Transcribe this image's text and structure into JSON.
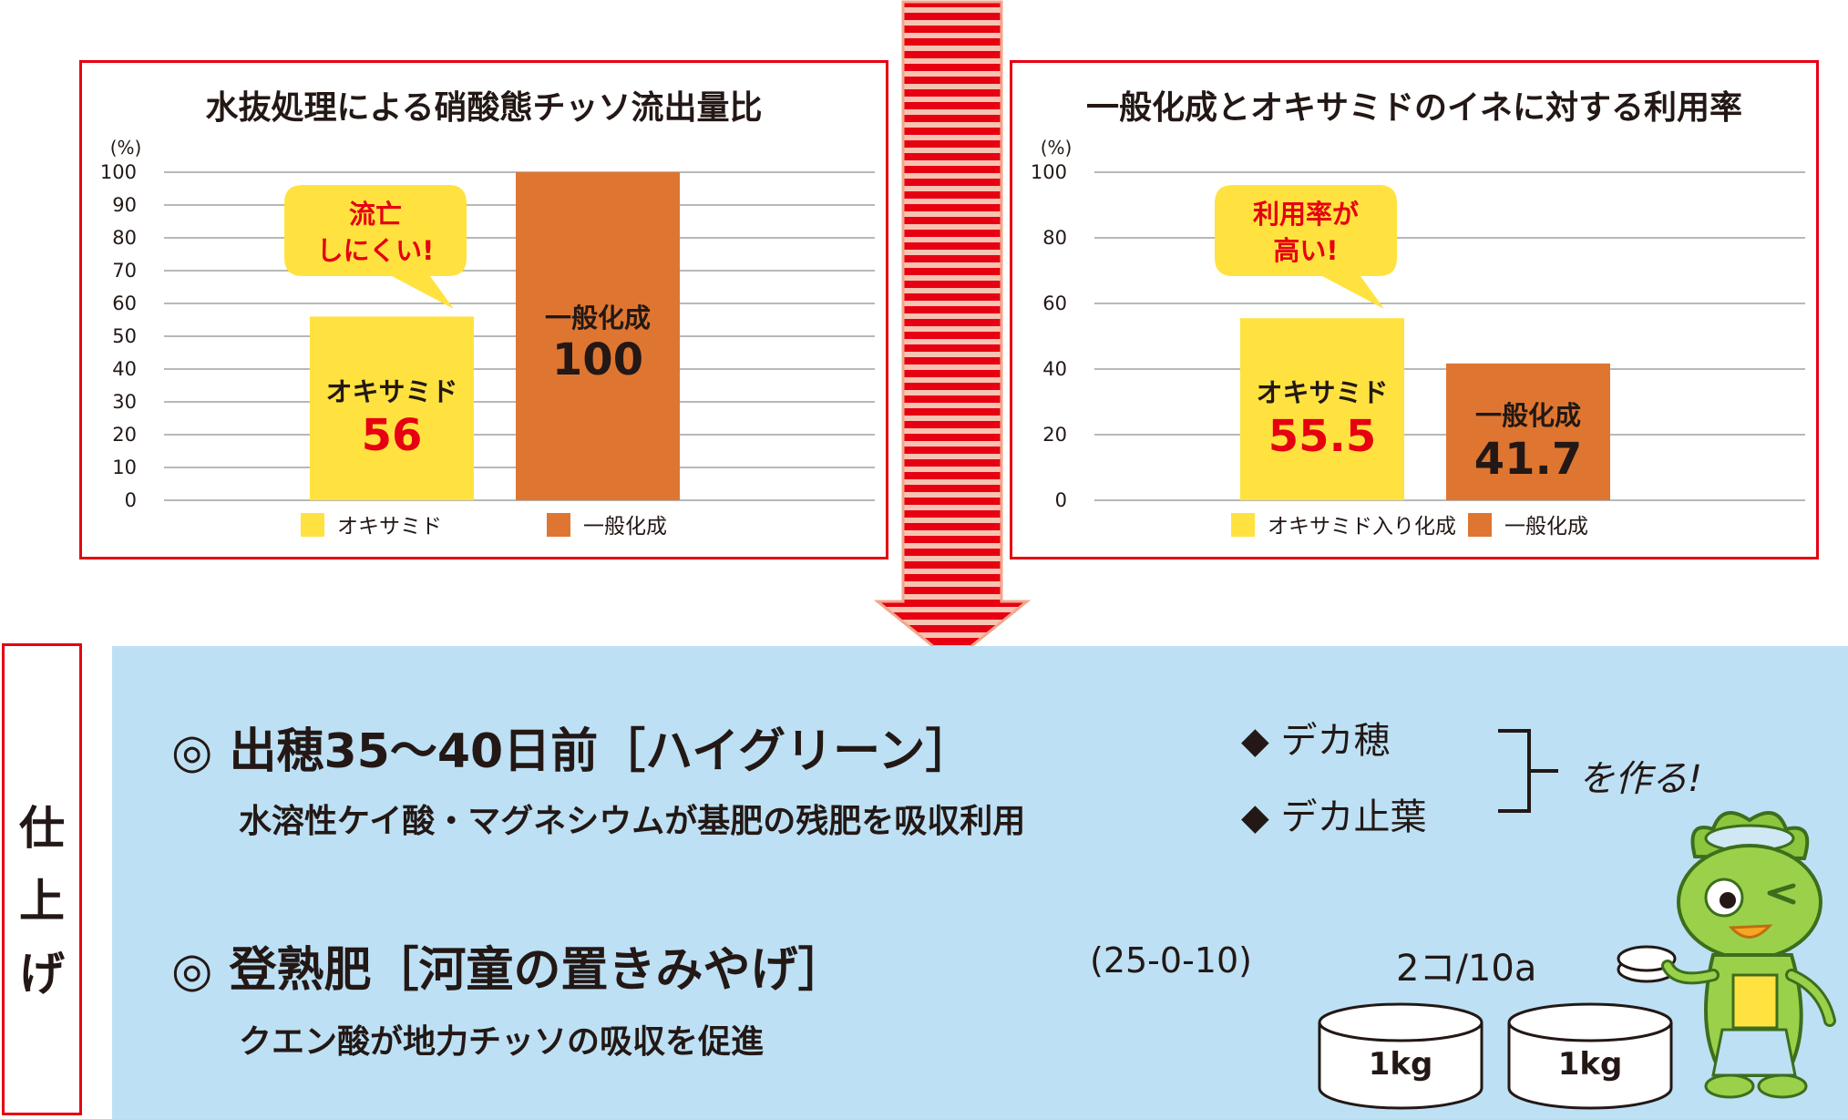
{
  "colors": {
    "frame_red": "#e60012",
    "okisamido_yellow": "#ffe23f",
    "general_orange": "#de7631",
    "value_red": "#e60012",
    "panel_blue": "#bde0f4",
    "grid_gray": "#9fa0a0",
    "text_dark": "#231815"
  },
  "chart_data": [
    {
      "type": "bar",
      "title": "水抜処理による硝酸態チッソ流出量比",
      "unit_label": "(%)",
      "categories": [
        "オキサミド",
        "一般化成"
      ],
      "values": [
        56,
        100
      ],
      "value_labels": [
        "56",
        "100"
      ],
      "ylim": [
        0,
        100
      ],
      "yticks": [
        0,
        10,
        20,
        30,
        40,
        50,
        60,
        70,
        80,
        90,
        100
      ],
      "grid": true,
      "legend": {
        "placement": "bottom",
        "entries": [
          "オキサミド",
          "一般化成"
        ]
      },
      "callout": {
        "line1": "流亡",
        "line2": "しにくい!"
      }
    },
    {
      "type": "bar",
      "title": "一般化成とオキサミドのイネに対する利用率",
      "unit_label": "(%)",
      "categories": [
        "オキサミド",
        "一般化成"
      ],
      "values": [
        55.5,
        41.7
      ],
      "value_labels": [
        "55.5",
        "41.7"
      ],
      "ylim": [
        0,
        100
      ],
      "yticks": [
        0,
        20,
        40,
        60,
        80,
        100
      ],
      "grid": true,
      "legend": {
        "placement": "bottom",
        "entries": [
          "オキサミド入り化成",
          "一般化成"
        ]
      },
      "callout": {
        "line1": "利用率が",
        "line2": "高い!"
      }
    }
  ],
  "finish": {
    "side_label": [
      "仕",
      "上",
      "げ"
    ],
    "item1": {
      "heading": "◎ 出穂35〜40日前［ハイグリーン］",
      "description": "水溶性ケイ酸・マグネシウムが基肥の残肥を吸収利用"
    },
    "bullets": [
      "◆ デカ穂",
      "◆ デカ止葉"
    ],
    "bullets_result": "を作る!",
    "item2": {
      "heading": "◎ 登熟肥［河童の置きみやげ］",
      "ratio": "(25-0-10)",
      "description": "クエン酸が地力チッソの吸収を促進",
      "rate": "2コ/10a",
      "package_labels": [
        "1kg",
        "1kg"
      ]
    }
  }
}
